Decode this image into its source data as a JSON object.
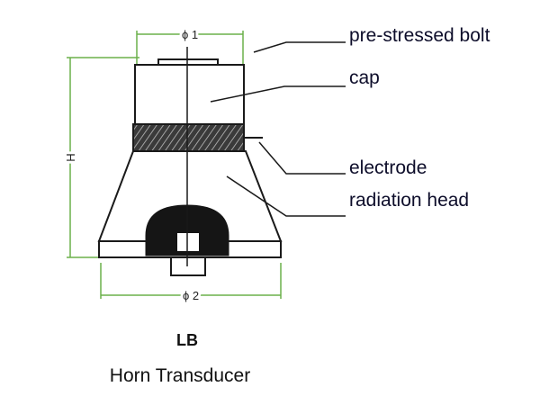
{
  "labels": {
    "bolt": "pre-stressed bolt",
    "cap": "cap",
    "electrode": "electrode",
    "head": "radiation head"
  },
  "dimensions": {
    "top_diameter": "ϕ 1",
    "bottom_diameter": "ϕ 2",
    "height": "H"
  },
  "model_code": "LB",
  "caption": "Horn Transducer",
  "colors": {
    "dimension_line": "#6bb04a",
    "outline": "#1a1a1a",
    "label_text": "#0d0d2a"
  }
}
